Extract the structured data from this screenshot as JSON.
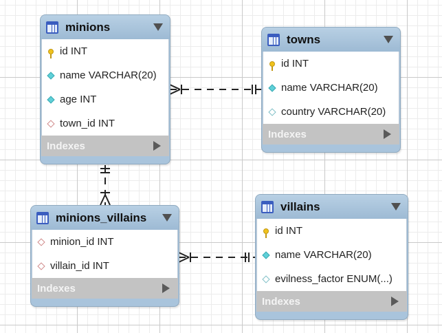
{
  "tables": [
    {
      "key": "minions",
      "name": "minions",
      "columns": [
        {
          "label": "id INT",
          "icon": "primary-key-icon"
        },
        {
          "label": "name VARCHAR(20)",
          "icon": "not-null-column-icon"
        },
        {
          "label": "age INT",
          "icon": "not-null-column-icon"
        },
        {
          "label": "town_id INT",
          "icon": "foreign-key-column-icon"
        }
      ],
      "indexes_label": "Indexes"
    },
    {
      "key": "towns",
      "name": "towns",
      "columns": [
        {
          "label": "id INT",
          "icon": "primary-key-icon"
        },
        {
          "label": "name VARCHAR(20)",
          "icon": "not-null-column-icon"
        },
        {
          "label": "country VARCHAR(20)",
          "icon": "nullable-column-icon"
        }
      ],
      "indexes_label": "Indexes"
    },
    {
      "key": "minions_villains",
      "name": "minions_villains",
      "columns": [
        {
          "label": "minion_id INT",
          "icon": "foreign-key-column-icon"
        },
        {
          "label": "villain_id INT",
          "icon": "foreign-key-column-icon"
        }
      ],
      "indexes_label": "Indexes"
    },
    {
      "key": "villains",
      "name": "villains",
      "columns": [
        {
          "label": "id INT",
          "icon": "primary-key-icon"
        },
        {
          "label": "name VARCHAR(20)",
          "icon": "not-null-column-icon"
        },
        {
          "label": "evilness_factor ENUM(...)",
          "icon": "nullable-column-icon"
        }
      ],
      "indexes_label": "Indexes"
    }
  ],
  "relationships": [
    {
      "from": "minions",
      "to": "towns",
      "type": "many-to-one"
    },
    {
      "from": "minions_villains",
      "to": "minions",
      "type": "many-to-one"
    },
    {
      "from": "minions_villains",
      "to": "villains",
      "type": "many-to-one"
    }
  ],
  "colors": {
    "header": "#a9c4dc",
    "indexes_bar": "#c3c3c3",
    "grid": "#c9c9c9",
    "table_icon": "#3a5dbf",
    "primary_key": "#f0c21c",
    "column_diamond": "#5fd0d8"
  }
}
